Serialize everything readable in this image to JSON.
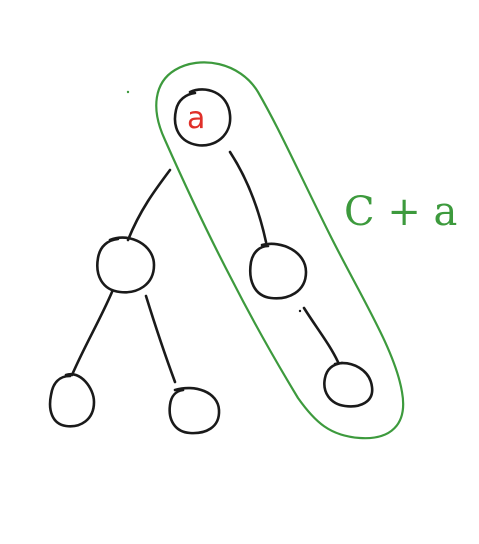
{
  "diagram": {
    "nodes": [
      {
        "id": "root",
        "label": "a"
      },
      {
        "id": "left-child",
        "label": ""
      },
      {
        "id": "right-child",
        "label": ""
      },
      {
        "id": "left-left-leaf",
        "label": ""
      },
      {
        "id": "left-right-leaf",
        "label": ""
      },
      {
        "id": "right-right-leaf",
        "label": ""
      }
    ],
    "edges": [
      {
        "from": "root",
        "to": "left-child"
      },
      {
        "from": "root",
        "to": "right-child"
      },
      {
        "from": "left-child",
        "to": "left-left-leaf"
      },
      {
        "from": "left-child",
        "to": "left-right-leaf"
      },
      {
        "from": "right-child",
        "to": "right-right-leaf"
      }
    ],
    "highlight": {
      "members": [
        "root",
        "right-child",
        "right-right-leaf"
      ]
    },
    "annotation": "C + a"
  },
  "colors": {
    "ink": "#1a1a1a",
    "highlight": "#3d9a3d",
    "root_label": "#e0302a"
  }
}
